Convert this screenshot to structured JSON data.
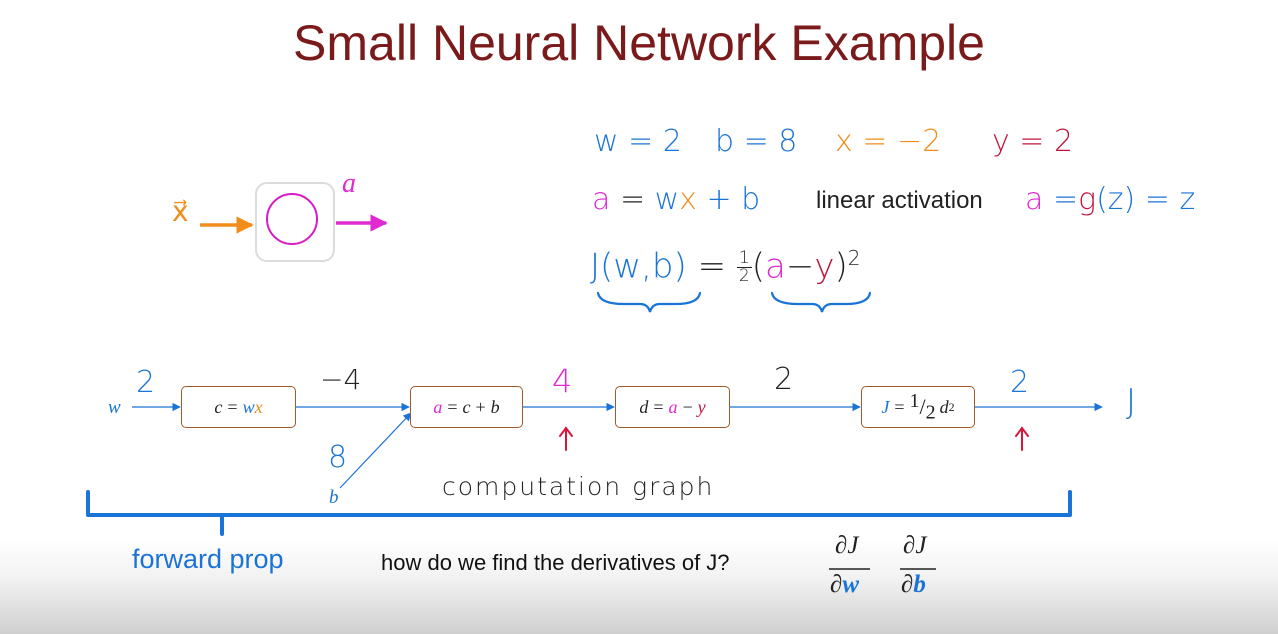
{
  "title": "Small Neural Network Example",
  "neuron": {
    "input_label": "x⃗",
    "output_label": "a"
  },
  "params": {
    "w": "w = 2",
    "b": "b = 8",
    "x": "x = −2",
    "y": "y = 2"
  },
  "equation": {
    "a_lhs": "a",
    "a_eq": "=",
    "a_w": "w",
    "a_x": "x",
    "a_b": "+ b",
    "linear_label": "linear activation",
    "g_a": "a",
    "g_eq": "=",
    "g_g": "g",
    "g_rest": "(z) = z"
  },
  "cost": {
    "lhs": "J(w,b)",
    "eq": "=",
    "half_num": "1",
    "half_den": "2",
    "open": "(",
    "a": "a",
    "minus": "−",
    "y": "y",
    "close": ")",
    "power": "2"
  },
  "graph": {
    "w_label": "w",
    "w_value": "2",
    "b_label": "b",
    "b_value": "8",
    "box1": {
      "lhs": "c",
      "r1": "w",
      "r2": "x"
    },
    "box2": {
      "lhs": "a",
      "r1": "c",
      "op": "+",
      "r2": "b"
    },
    "box3": {
      "lhs": "d",
      "r1": "a",
      "op": "−",
      "r2": "y"
    },
    "box4": {
      "lhs": "J",
      "r1": "1",
      "r2": "2",
      "sq": "d",
      "exp": "2"
    },
    "val_c": "−4",
    "val_a": "4",
    "val_d": "2",
    "val_J": "2",
    "output_label": "J",
    "caption": "computation graph"
  },
  "forward_prop_label": "forward prop",
  "question": "how do we find the derivatives of J?",
  "derivatives": [
    {
      "num": "∂J",
      "den_d": "∂",
      "den_v": "w"
    },
    {
      "num": "∂J",
      "den_d": "∂",
      "den_v": "b"
    }
  ]
}
